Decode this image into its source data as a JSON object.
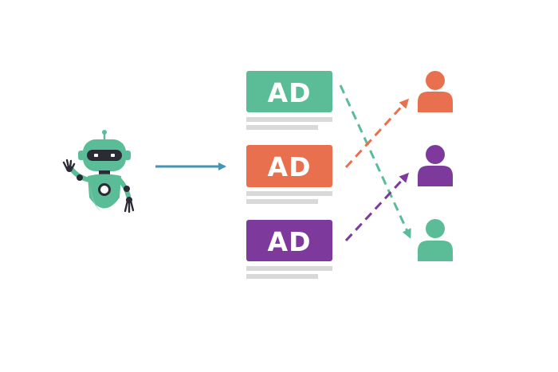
{
  "ads": [
    {
      "label": "AD",
      "color": "#5bbd97"
    },
    {
      "label": "AD",
      "color": "#e8704f"
    },
    {
      "label": "AD",
      "color": "#7d3a9c"
    }
  ],
  "users": [
    {
      "color": "#e8704f"
    },
    {
      "color": "#7d3a9c"
    },
    {
      "color": "#5bbd97"
    }
  ],
  "colors": {
    "robot_arrow": "#4593b5",
    "text_lines": "#d9d9d9",
    "robot_body": "#5bbd97",
    "robot_dark": "#2b2b35",
    "robot_shade": "#7fceb0"
  }
}
